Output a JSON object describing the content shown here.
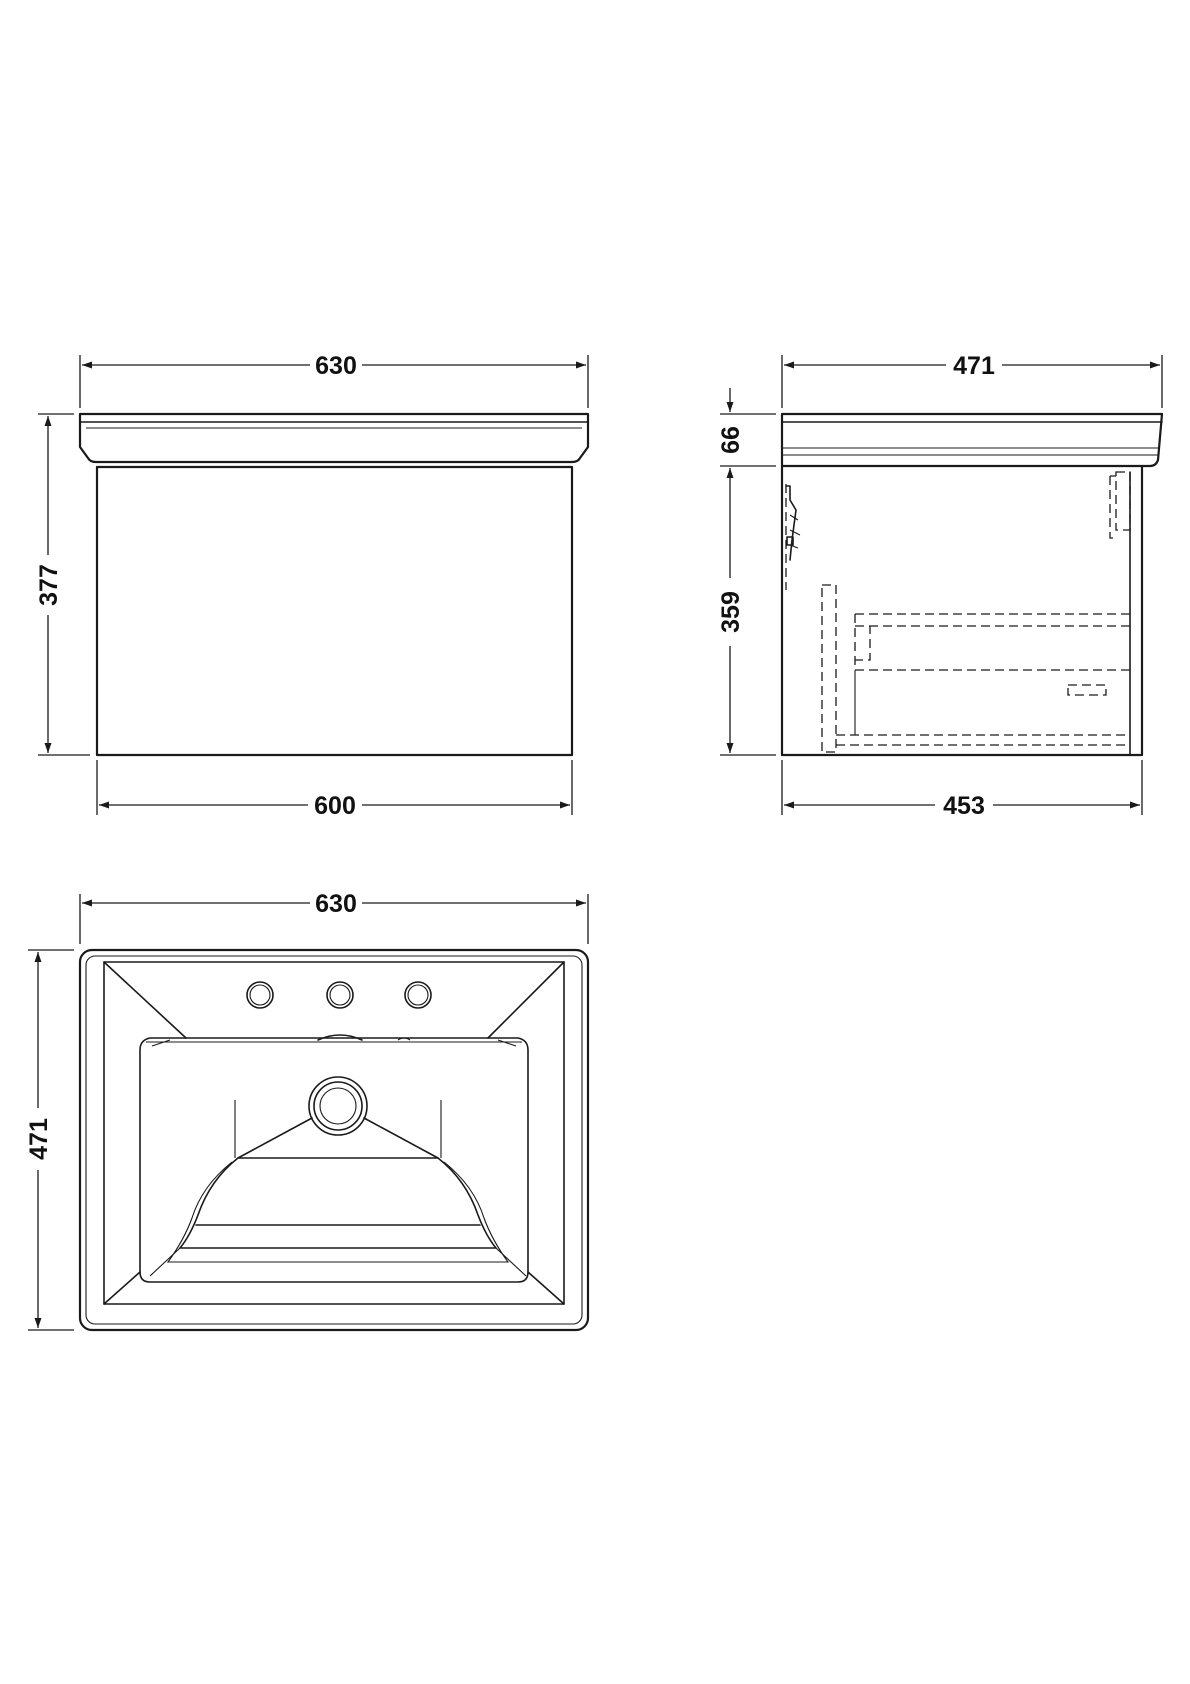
{
  "front_view": {
    "top_width": "630",
    "overall_height": "377",
    "cabinet_width": "600"
  },
  "side_view": {
    "top_depth": "471",
    "basin_height": "66",
    "cabinet_height": "359",
    "cabinet_depth": "453"
  },
  "plan_view": {
    "width": "630",
    "depth": "471"
  },
  "colors": {
    "line": "#1a1a1a",
    "background": "#ffffff"
  }
}
